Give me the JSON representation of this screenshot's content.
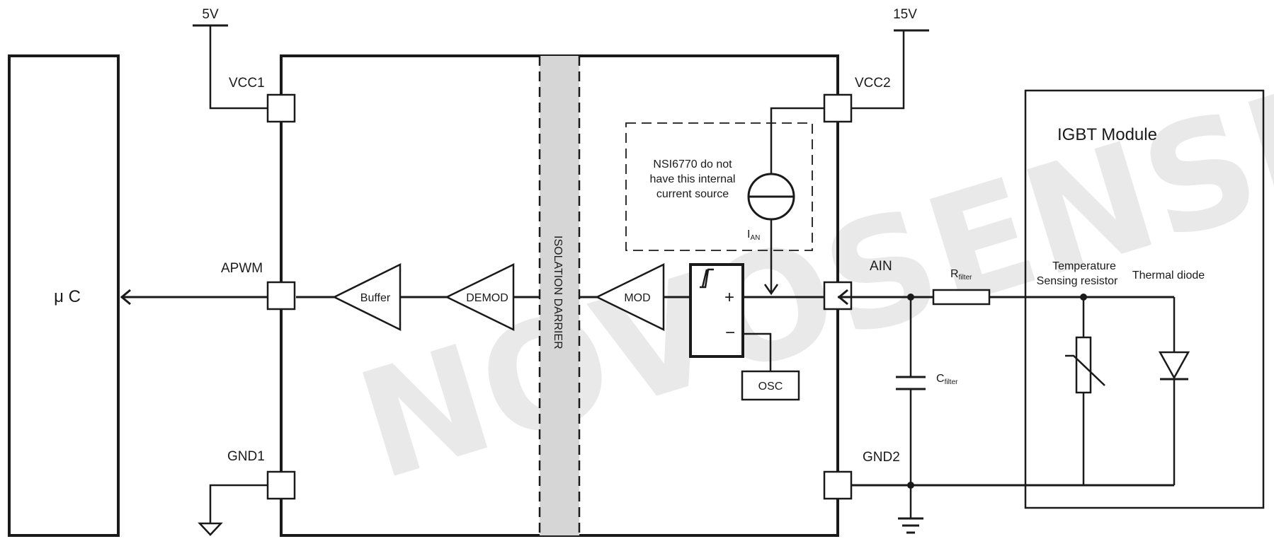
{
  "watermark": "NOVOSENSE",
  "microcontroller": {
    "label": "μ C"
  },
  "supplies": {
    "left": "5V",
    "right": "15V"
  },
  "pins": {
    "vcc1": "VCC1",
    "apwm": "APWM",
    "gnd1": "GND1",
    "vcc2": "VCC2",
    "ain": "AIN",
    "gnd2": "GND2"
  },
  "blocks": {
    "buffer": "Buffer",
    "demod": "DEMOD",
    "mod": "MOD",
    "osc": "OSC",
    "isolation": "ISOLATION DARRIER",
    "comparator_plus": "+",
    "comparator_minus": "−"
  },
  "note": {
    "line1": "NSI6770 do not",
    "line2": "have this internal",
    "line3": "current source"
  },
  "current_source": {
    "main": "I",
    "sub": "AN"
  },
  "filter": {
    "r_main": "R",
    "r_sub": "filter",
    "c_main": "C",
    "c_sub": "filter"
  },
  "igbt": {
    "title": "IGBT Module",
    "temp_line1": "Temperature",
    "temp_line2": "Sensing resistor",
    "diode": "Thermal diode"
  }
}
